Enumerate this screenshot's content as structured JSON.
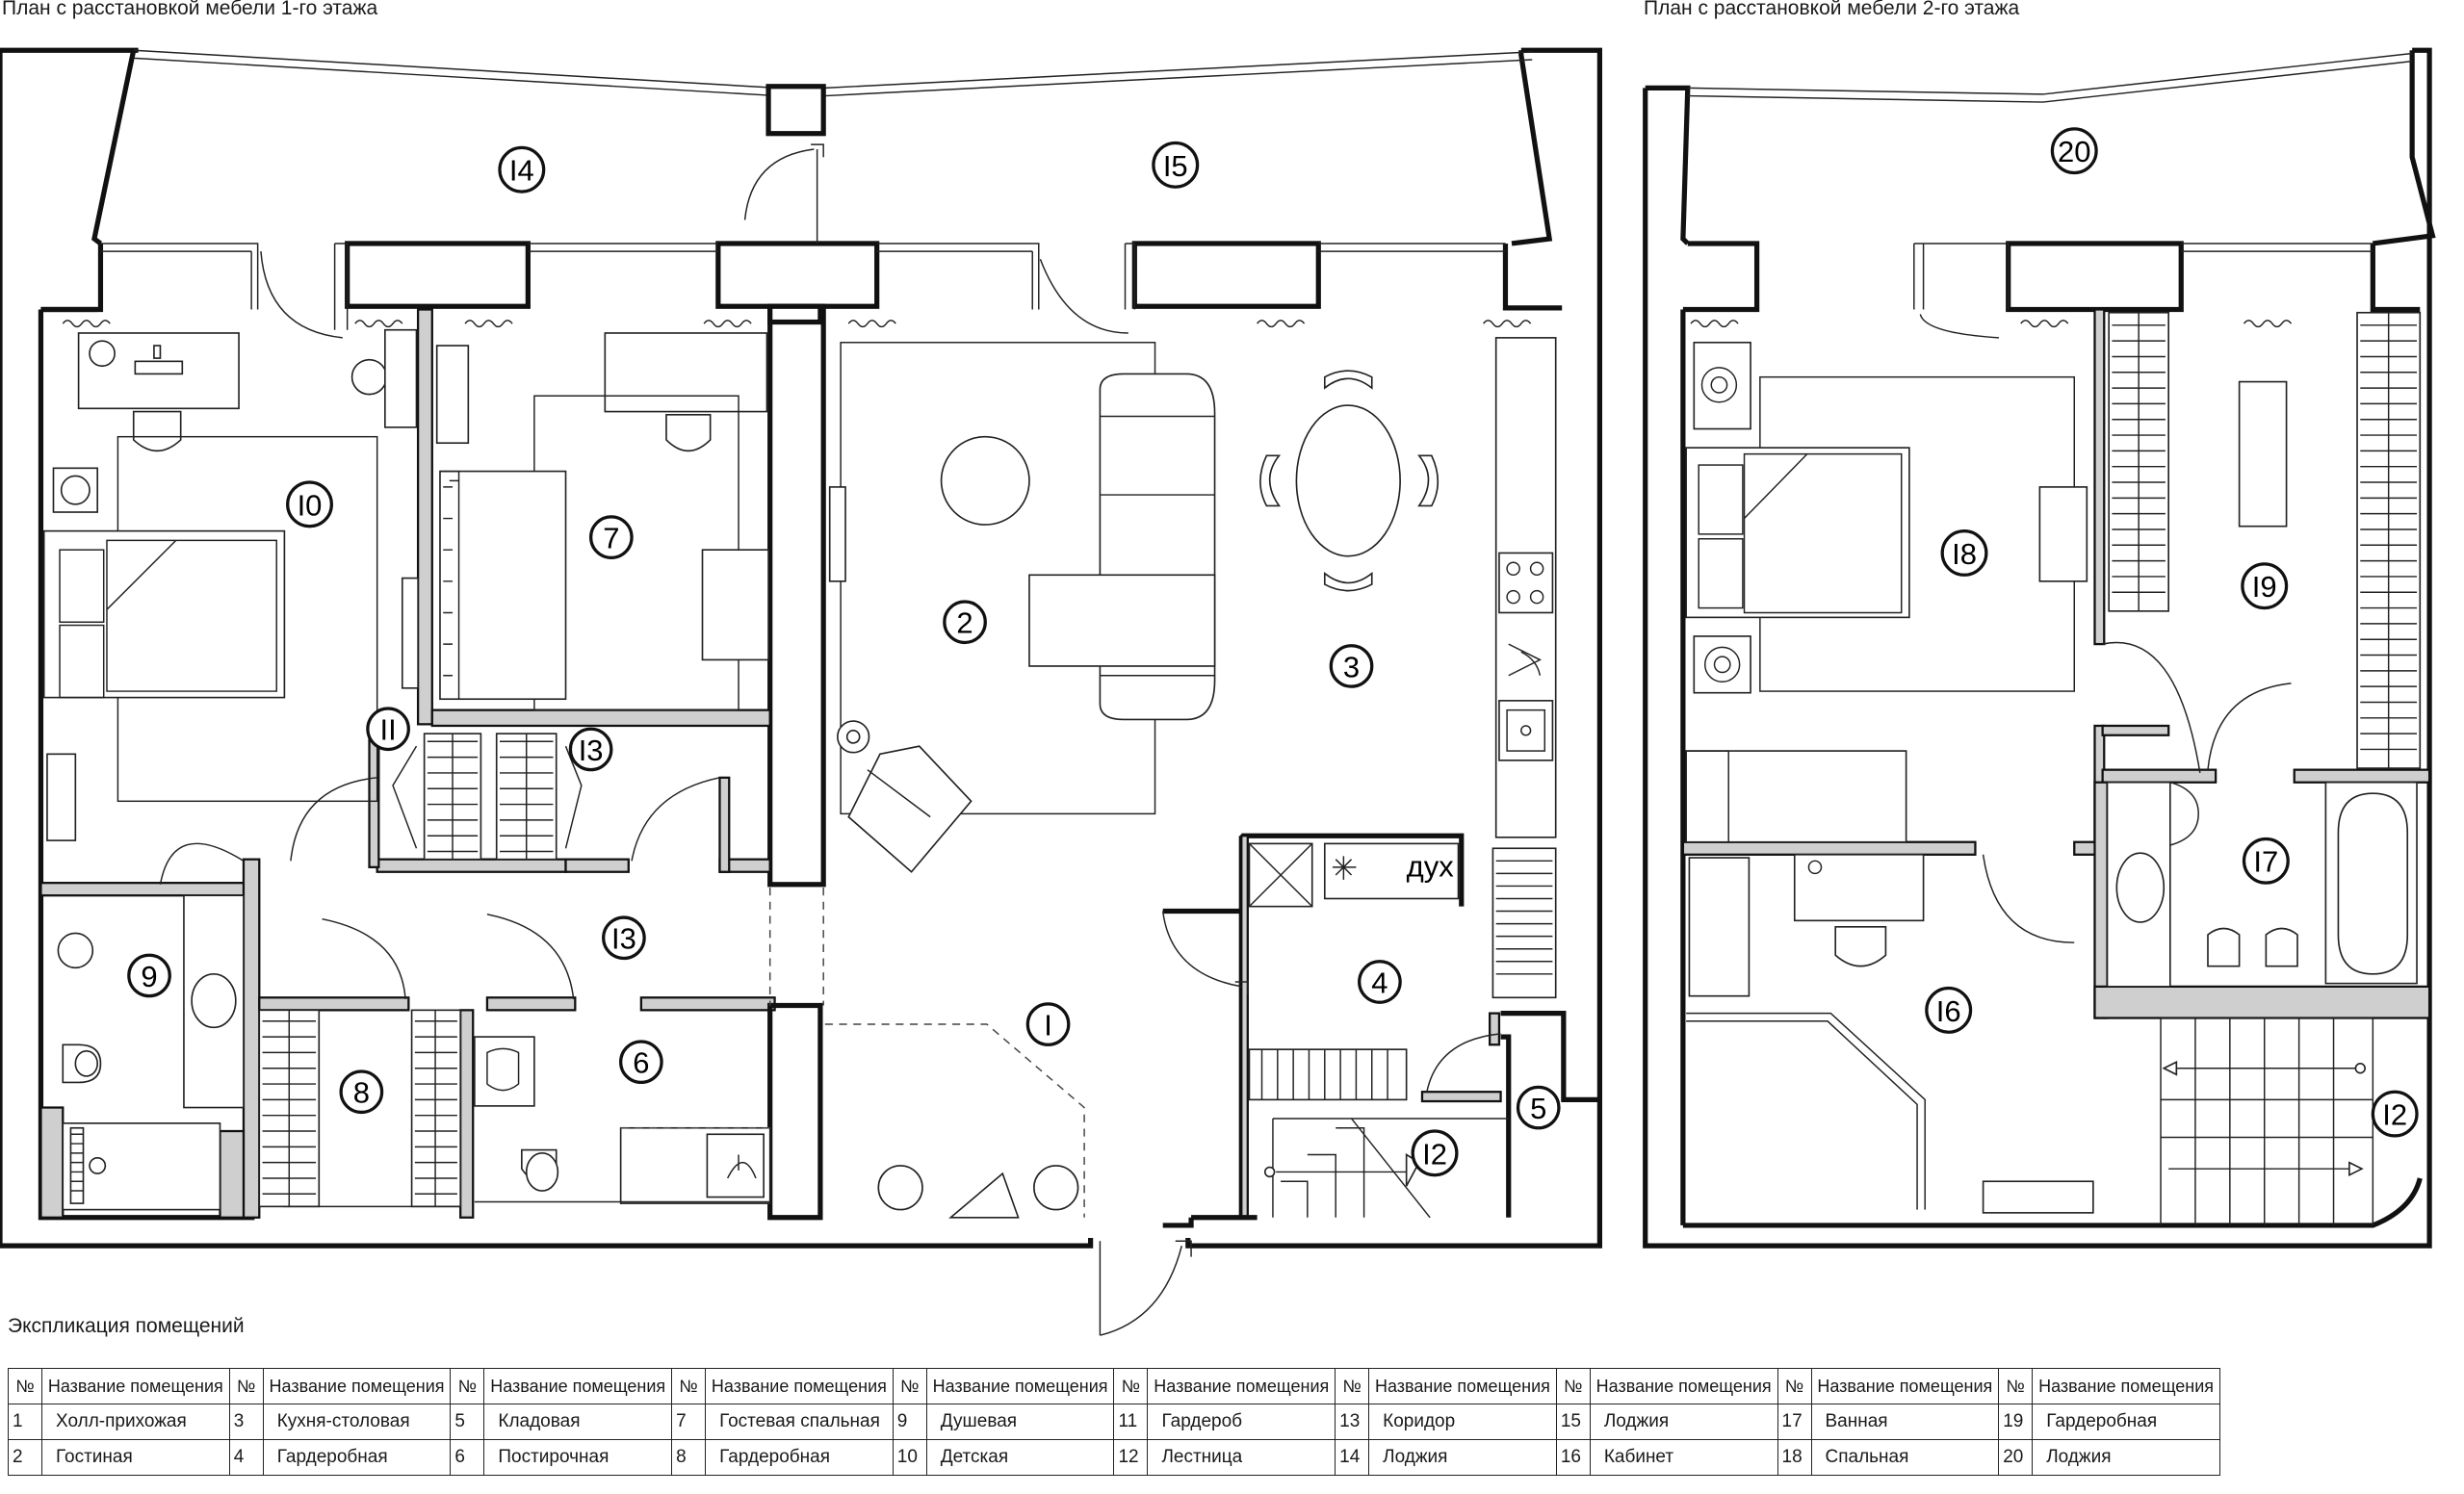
{
  "titles": {
    "floor1": "План с расстановкой мебели 1-го этажа",
    "floor2": "План с расстановкой мебели 2-го этажа"
  },
  "explication_title": "Экспликация помещений",
  "table_headers": {
    "number": "№",
    "name": "Название помещения"
  },
  "rooms": [
    {
      "n": "1",
      "name": "Холл-прихожая"
    },
    {
      "n": "2",
      "name": "Гостиная"
    },
    {
      "n": "3",
      "name": "Кухня-столовая"
    },
    {
      "n": "4",
      "name": "Гардеробная"
    },
    {
      "n": "5",
      "name": "Кладовая"
    },
    {
      "n": "6",
      "name": "Постирочная"
    },
    {
      "n": "7",
      "name": "Гостевая спальная"
    },
    {
      "n": "8",
      "name": "Гардеробная"
    },
    {
      "n": "9",
      "name": "Душевая"
    },
    {
      "n": "10",
      "name": "Детская"
    },
    {
      "n": "11",
      "name": "Гардероб"
    },
    {
      "n": "12",
      "name": "Лестница"
    },
    {
      "n": "13",
      "name": "Коридор"
    },
    {
      "n": "14",
      "name": "Лоджия"
    },
    {
      "n": "15",
      "name": "Лоджия"
    },
    {
      "n": "16",
      "name": "Кабинет"
    },
    {
      "n": "17",
      "name": "Ванная"
    },
    {
      "n": "18",
      "name": "Спальная"
    },
    {
      "n": "19",
      "name": "Гардеробная"
    },
    {
      "n": "20",
      "name": "Лоджия"
    }
  ],
  "room_markers": {
    "r1": "I",
    "r2": "2",
    "r3": "3",
    "r4": "4",
    "r5": "5",
    "r6": "6",
    "r7": "7",
    "r8": "8",
    "r9": "9",
    "r10": "I0",
    "r11": "II",
    "r12a": "I2",
    "r12b": "I2",
    "r13a": "I3",
    "r13b": "I3",
    "r14": "I4",
    "r15": "I5",
    "r16": "I6",
    "r17": "I7",
    "r18": "I8",
    "r19": "I9",
    "r20": "20"
  },
  "fixture_labels": {
    "oven": "дух"
  }
}
